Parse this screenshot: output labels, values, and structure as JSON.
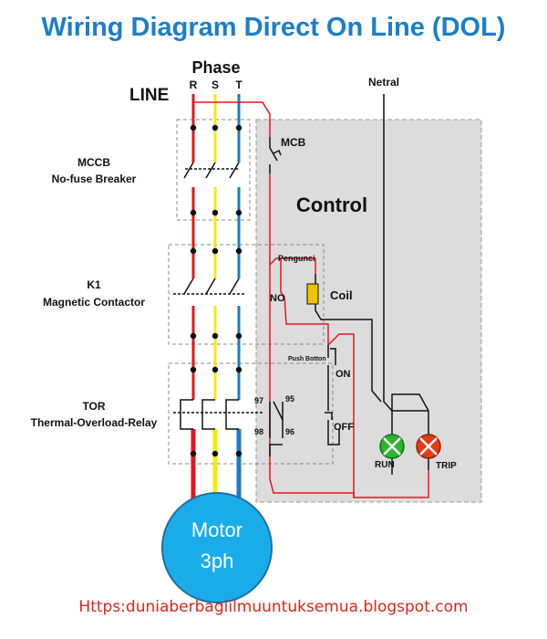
{
  "title": "Wiring Diagram Direct On Line (DOL)",
  "footer_url": "Https:duniaberbagiilmuuntuksemua.blogspot.com",
  "labels": {
    "phase": "Phase",
    "line": "LINE",
    "r": "R",
    "s": "S",
    "t": "T",
    "netral": "Netral",
    "mccb_title": "MCCB",
    "mccb_sub": "No-fuse Breaker",
    "mcb": "MCB",
    "control": "Control",
    "k1_title": "K1",
    "k1_sub": "Magnetic Contactor",
    "pengunci": "Pengunci",
    "no": "NO",
    "coil": "Coil",
    "push_button": "Push Botton",
    "on": "ON",
    "off": "OFF",
    "tor_title": "TOR",
    "tor_sub": "Thermal-Overload-Relay",
    "n97": "97",
    "n95": "95",
    "n98": "98",
    "n96": "96",
    "run": "RUN",
    "trip": "TRIP",
    "motor_line1": "Motor",
    "motor_line2": "3ph"
  },
  "colors": {
    "title": "#1b7ec9",
    "phase_r": "#e8141c",
    "phase_s": "#f5e90c",
    "phase_t": "#1f78c8",
    "control_panel": "#dcdcdc",
    "motor": "#1aace8",
    "run_lamp": "#2ab52a",
    "trip_lamp": "#e63a14",
    "coil": "#f2c200",
    "footer": "#e0241b"
  }
}
